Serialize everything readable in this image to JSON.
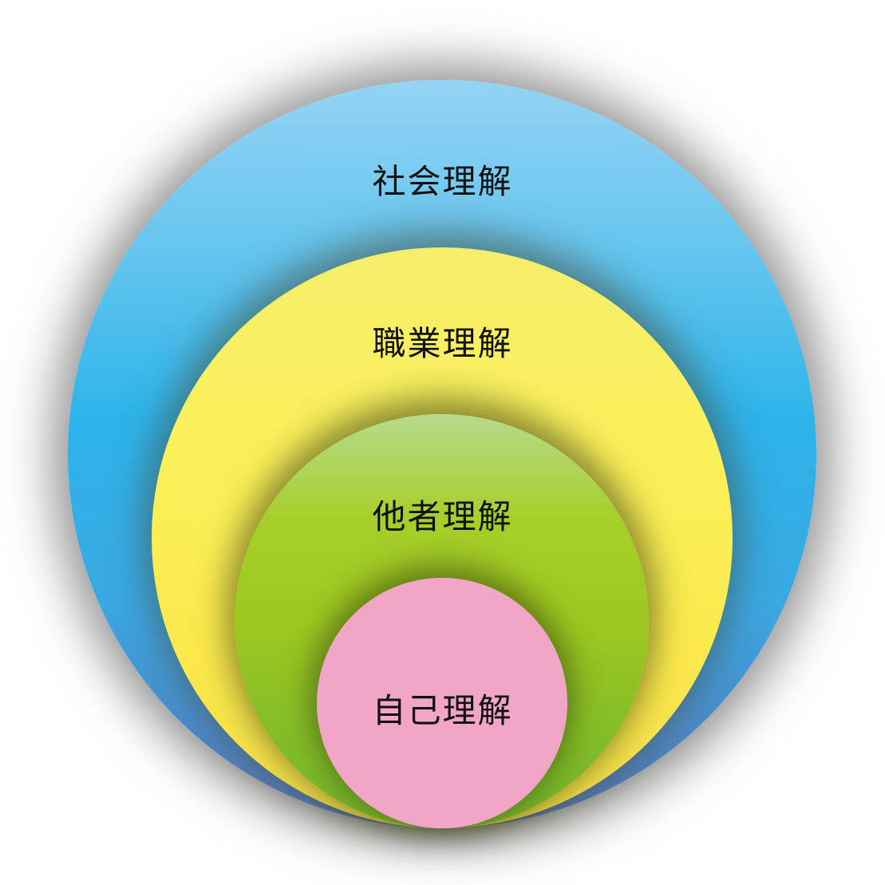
{
  "diagram": {
    "layers": [
      {
        "id": "society",
        "label": "社会理解",
        "color": "#2db4ea"
      },
      {
        "id": "work",
        "label": "職業理解",
        "color": "#fbf05a"
      },
      {
        "id": "others",
        "label": "他者理解",
        "color": "#9dc81f"
      },
      {
        "id": "self",
        "label": "自己理解",
        "color": "#f1a6c8"
      }
    ]
  }
}
